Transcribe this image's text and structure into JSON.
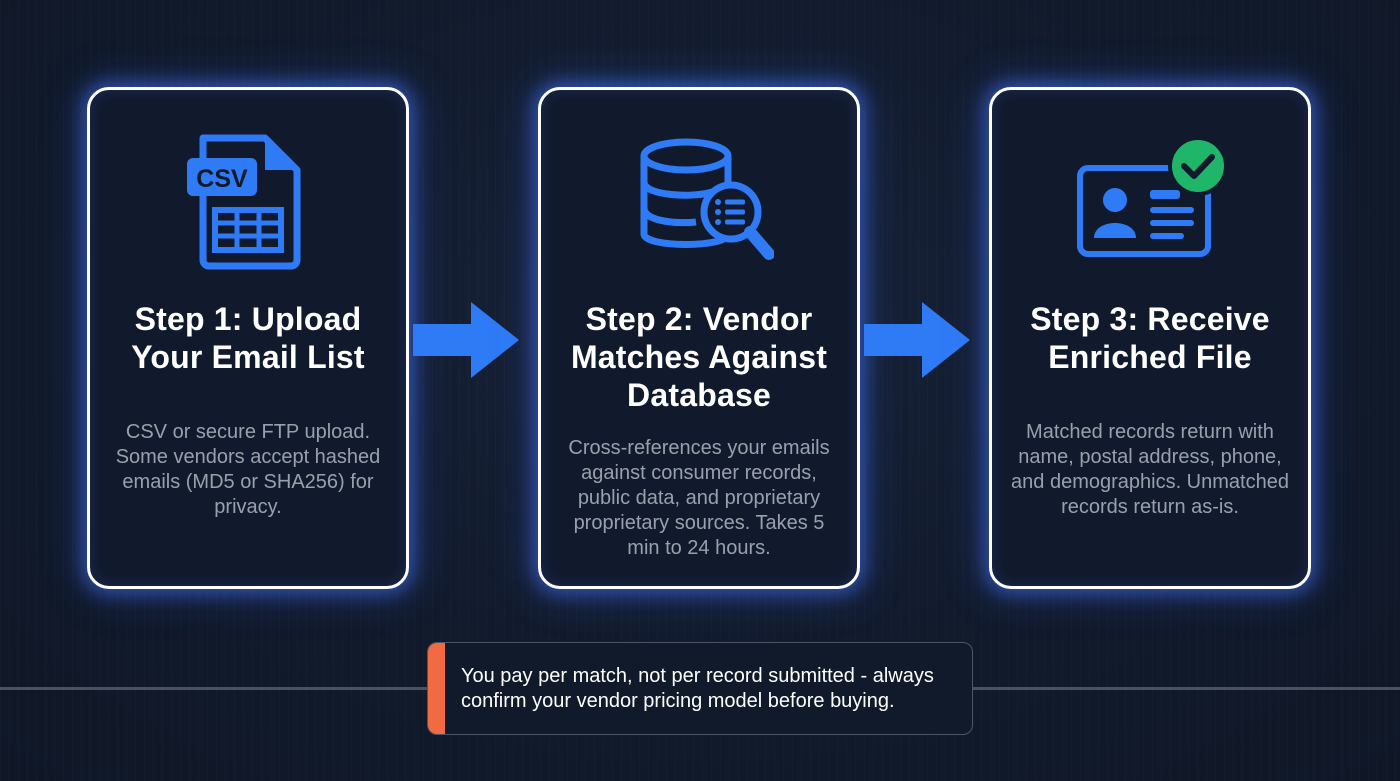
{
  "steps": [
    {
      "title": "Step 1: Upload Your Email List",
      "description": "CSV or secure FTP upload. Some vendors accept hashed emails (MD5 or SHA256) for privacy.",
      "icon": "csv-file-icon",
      "icon_label": "CSV"
    },
    {
      "title": "Step 2: Vendor Matches Against Database",
      "description": "Cross-references your emails against consumer records, public data, and proprietary proprietary sources. Takes 5 min to 24 hours.",
      "icon": "database-search-icon"
    },
    {
      "title": "Step 3: Receive Enriched File",
      "description": "Matched records return with name, postal address, phone, and demographics. Unmatched records return as-is.",
      "icon": "verified-id-card-icon"
    }
  ],
  "note": {
    "text": "You pay per match, not per record submitted - always confirm your vendor pricing model before buying."
  },
  "colors": {
    "background": "#111a2b",
    "accent_blue": "#2f7bf6",
    "card_border": "#ffffff",
    "description_text": "#9aa0ab",
    "note_accent": "#f06a43",
    "check_green": "#1fb66a"
  }
}
